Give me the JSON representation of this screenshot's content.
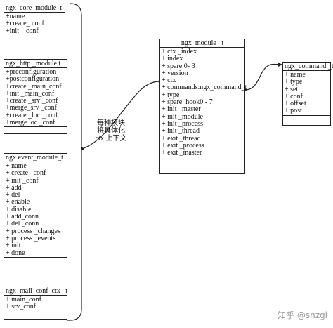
{
  "boxes": {
    "core": {
      "title": "ngx_core_module_t",
      "fields": [
        "+name",
        "+create_ conf",
        "+init _ conf"
      ]
    },
    "http": {
      "title": "ngx_http _module t",
      "fields": [
        "+preconfiguration",
        "+postconfiguration",
        "+create _main_conf",
        "+init _main_conf",
        "+create _srv _conf",
        "+merge_srv _conf",
        "+create _loc _conf",
        "+merge loc _conf"
      ]
    },
    "event": {
      "title": "ngx event_module_t",
      "fields": [
        "+ name",
        "+ create _conf",
        "+ init _conf",
        "+ add",
        "+ del",
        "+ enable",
        "+ disable",
        "+ add_conn",
        "+ del _conn",
        "+ process _changes",
        "+ process _events",
        "+ init",
        "+ done"
      ]
    },
    "mail": {
      "title": "ngx_mail_conf_ctx _t",
      "fields": [
        "+ main_conf",
        "+ srv_conf"
      ]
    },
    "module": {
      "title": "ngx_module _t",
      "fields": [
        "+ ctx _index",
        "+ index",
        "+ spare 0- 3",
        "+ version",
        "+ ctx",
        "+ commands:ngx_command_t",
        "+ type",
        "+ spare_hook0 - 7",
        "+ init _master",
        "+ init _module",
        "+ init _process",
        "+ init _thread",
        "+ exit _thread",
        "+ exit _process",
        "+ exit _master"
      ]
    },
    "command": {
      "title": "ngx_command _t",
      "fields": [
        "+ name",
        "+ type",
        "+ set",
        "+ conf",
        "+ offset",
        "+ post"
      ]
    }
  },
  "annotation": [
    "每种模块",
    "将具体化",
    "ctx 上下文"
  ],
  "watermark": "知乎 @snzgl"
}
